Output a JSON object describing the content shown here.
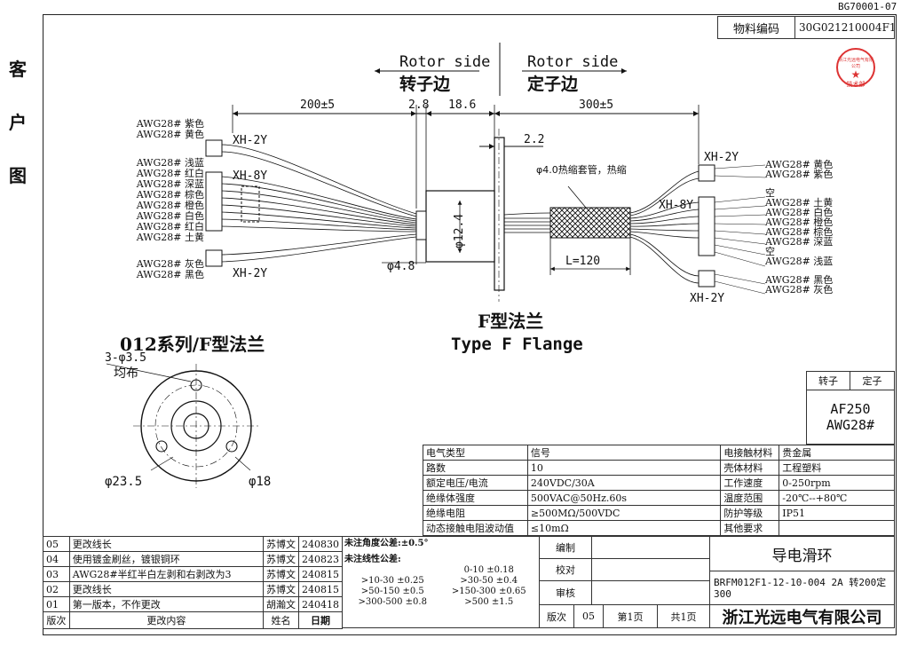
{
  "doc_code": "BG70001-07",
  "side_labels": [
    "客",
    "户",
    "图"
  ],
  "material": {
    "label": "物料编码",
    "value": "30G021210004F1"
  },
  "stamp_text": [
    "浙江光远电气有限公司",
    "技术部"
  ],
  "rotor_side": {
    "en": "Rotor side",
    "zh": "转子边"
  },
  "stator_side": {
    "en": "Rotor side",
    "zh": "定子边"
  },
  "dims": {
    "left_len": "200±5",
    "d28": "2.8",
    "d186": "18.6",
    "right_len": "300±5",
    "d22": "2.2",
    "d124": "φ12.4",
    "d48": "φ4.8",
    "l120": "L=120",
    "heat_shrink": "φ4.0热缩套管，热缩"
  },
  "connectors": {
    "left_top": "XH-2Y",
    "left_mid": "XH-8Y",
    "left_bot": "XH-2Y",
    "right_top": "XH-2Y",
    "right_mid": "XH-8Y",
    "right_bot": "XH-2Y"
  },
  "left_wires": {
    "top": [
      "AWG28# 紫色",
      "AWG28# 黄色"
    ],
    "mid": [
      "AWG28# 浅蓝",
      "AWG28# 红白",
      "AWG28# 深蓝",
      "AWG28# 棕色",
      "AWG28# 橙色",
      "AWG28# 白色",
      "AWG28# 红白",
      "AWG28# 土黄"
    ],
    "bot": [
      "AWG28# 灰色",
      "AWG28# 黑色"
    ]
  },
  "right_wires": {
    "top": [
      "AWG28# 黄色",
      "AWG28# 紫色"
    ],
    "mid": [
      "空",
      "AWG28# 土黄",
      "AWG28# 白色",
      "AWG28# 橙色",
      "AWG28# 棕色",
      "AWG28# 深蓝",
      "空",
      "AWG28# 浅蓝"
    ],
    "bot": [
      "AWG28# 黑色",
      "AWG28# 灰色"
    ]
  },
  "flange_title": {
    "zh": "F型法兰",
    "en": "Type F Flange"
  },
  "series_title": "012系列/F型法兰",
  "flange_view": {
    "holes": "3-φ3.5",
    "holes_note": "均布",
    "outer": "φ23.5",
    "pcd": "φ18"
  },
  "wire_spec": {
    "rotor": "转子",
    "stator": "定子",
    "af": "AF250",
    "awg": "AWG28#"
  },
  "specs_left": [
    [
      "电气类型",
      "信号"
    ],
    [
      "路数",
      "10"
    ],
    [
      "额定电压/电流",
      "240VDC/30A"
    ],
    [
      "绝缘体强度",
      "500VAC@50Hz.60s"
    ],
    [
      "绝缘电阻",
      "≥500MΩ/500VDC"
    ],
    [
      "动态接触电阻波动值",
      "≤10mΩ"
    ]
  ],
  "specs_right": [
    [
      "电接触材料",
      "贵金属"
    ],
    [
      "壳体材料",
      "工程塑料"
    ],
    [
      "工作速度",
      "0-250rpm"
    ],
    [
      "温度范围",
      "-20℃--+80℃"
    ],
    [
      "防护等级",
      "IP51"
    ],
    [
      "其他要求",
      ""
    ]
  ],
  "revisions": [
    [
      "05",
      "更改线长",
      "苏博文",
      "240830"
    ],
    [
      "04",
      "使用镀金刷丝，镀银铜环",
      "苏博文",
      "240823"
    ],
    [
      "03",
      "AWG28#半红半白左剥和右剥改为3",
      "苏博文",
      "240815"
    ],
    [
      "02",
      "更改线长",
      "苏博文",
      "240815"
    ],
    [
      "01",
      "第一版本，不作更改",
      "胡瀚文",
      "240418"
    ]
  ],
  "rev_header": [
    "版次",
    "更改内容",
    "姓名",
    "日期"
  ],
  "tolerance": {
    "angle": "未注角度公差:±0.5°",
    "linear": "未注线性公差:",
    "rows": [
      [
        "",
        "0-10 ±0.18"
      ],
      [
        ">10-30 ±0.25",
        ">30-50 ±0.4"
      ],
      [
        ">50-150 ±0.5",
        ">150-300 ±0.65"
      ],
      [
        ">300-500 ±0.8",
        ">500 ±1.5"
      ]
    ]
  },
  "approval": {
    "draw": "编制",
    "check": "校对",
    "audit": "审核"
  },
  "sheet": {
    "rev_label": "版次",
    "rev": "05",
    "page": "第1页",
    "total": "共1页"
  },
  "product": {
    "name": "导电滑环",
    "model": "BRFM012F1-12-10-004 2A 转200定300",
    "company": "浙江光远电气有限公司"
  }
}
